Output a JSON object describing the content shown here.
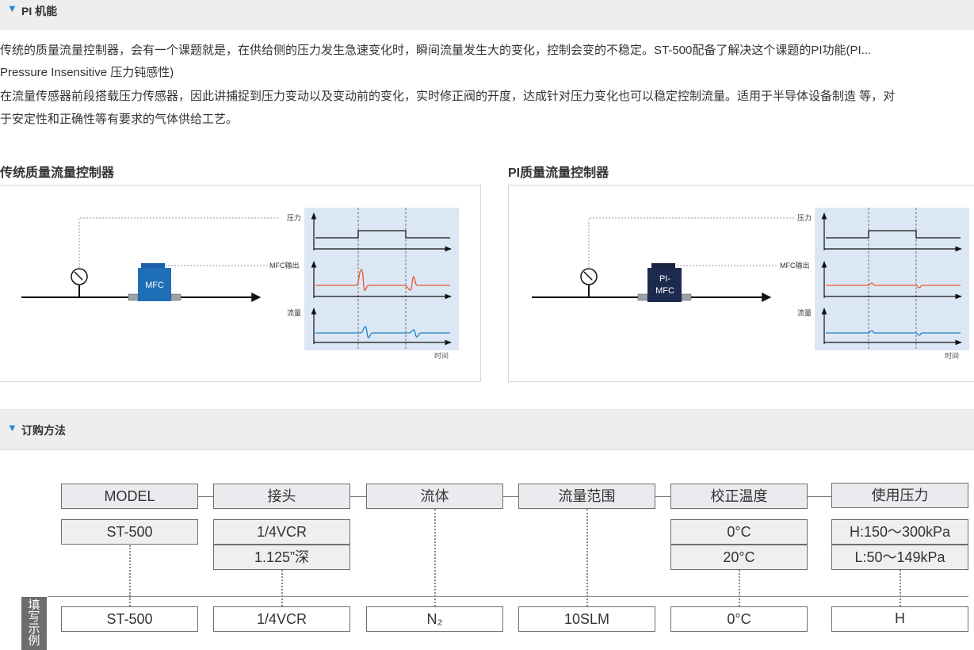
{
  "pi_section": {
    "title": "PI 机能",
    "paragraphs": [
      "传统的质量流量控制器，会有一个课题就是，在供给侧的压力发生急速变化时，瞬间流量发生大的变化，控制会变的不稳定。ST-500配备了解决这个课题的PI功能(PI...",
      "Pressure Insensitive 压力钝感性)",
      "在流量传感器前段搭载压力传感器，因此讲捕捉到压力变动以及变动前的变化，实时修正阀的开度，达成针对压力变化也可以稳定控制流量。适用于半导体设备制造 等，对",
      "于安定性和正确性等有要求的气体供给工艺。"
    ]
  },
  "diagrams": {
    "left": {
      "title": "传统质量流量控制器",
      "device_label": "MFC",
      "device_color": "#1f6fb8",
      "labels": {
        "pressure": "压力",
        "output": "MFC输出",
        "flow": "流量",
        "time": "时间"
      }
    },
    "right": {
      "title": "PI质量流量控制器",
      "device_label_1": "PI-",
      "device_label_2": "MFC",
      "device_color": "#1c2a4e",
      "labels": {
        "pressure": "压力",
        "output": "MFC输出",
        "flow": "流量",
        "time": "时间"
      }
    },
    "colors": {
      "panel_bg": "#dbe7f4",
      "output_line": "#e55a2b",
      "flow_line": "#1f7fc4"
    }
  },
  "order_section": {
    "title": "订购方法",
    "columns": [
      {
        "header": "MODEL",
        "options": [
          "ST-500"
        ],
        "sample": "ST-500"
      },
      {
        "header": "接头",
        "options": [
          "1/4VCR",
          "1.125”深"
        ],
        "sample": "1/4VCR"
      },
      {
        "header": "流体",
        "options": [],
        "sample": "N₂"
      },
      {
        "header": "流量范围",
        "options": [],
        "sample": "10SLM"
      },
      {
        "header": "校正温度",
        "options": [
          "0°C",
          "20°C"
        ],
        "sample": "0°C"
      },
      {
        "header": "使用压力",
        "options": [
          "H:150～300kPa",
          "L:50～149kPa"
        ],
        "sample": "H"
      }
    ],
    "fill_example_label": [
      "填",
      "写",
      "示",
      "例"
    ]
  }
}
